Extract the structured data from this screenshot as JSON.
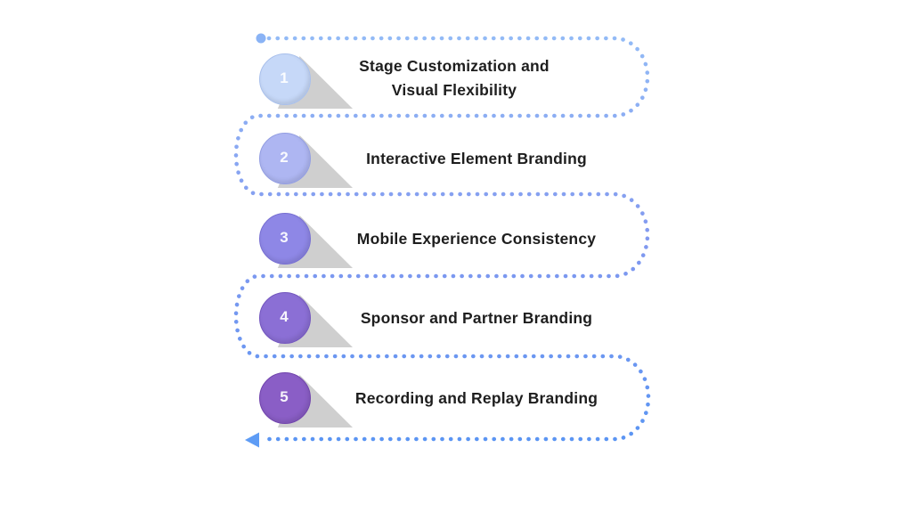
{
  "path": {
    "start_dot_color": "#8ab3f5",
    "arrow_color": "#5e9cf5",
    "dot_color_top": "#93bbf6",
    "dot_color_mid": "#8299ef",
    "dot_color_bottom": "#5a95f3"
  },
  "shadow_color": "#cbcbcb",
  "text_color": "#1e1e1e",
  "steps": [
    {
      "number": "1",
      "label": "Stage Customization and\nVisual Flexibility",
      "circle_fill": "#c6d8f8",
      "circle_stroke": "#a9c0ec"
    },
    {
      "number": "2",
      "label": "Interactive Element Branding",
      "circle_fill": "#aeb6f2",
      "circle_stroke": "#939ee2"
    },
    {
      "number": "3",
      "label": "Mobile Experience Consistency",
      "circle_fill": "#8e87e6",
      "circle_stroke": "#776fd2"
    },
    {
      "number": "4",
      "label": "Sponsor and Partner Branding",
      "circle_fill": "#8b6fd5",
      "circle_stroke": "#7356bf"
    },
    {
      "number": "5",
      "label": "Recording and Replay Branding",
      "circle_fill": "#8a5ec6",
      "circle_stroke": "#7144ad"
    }
  ]
}
